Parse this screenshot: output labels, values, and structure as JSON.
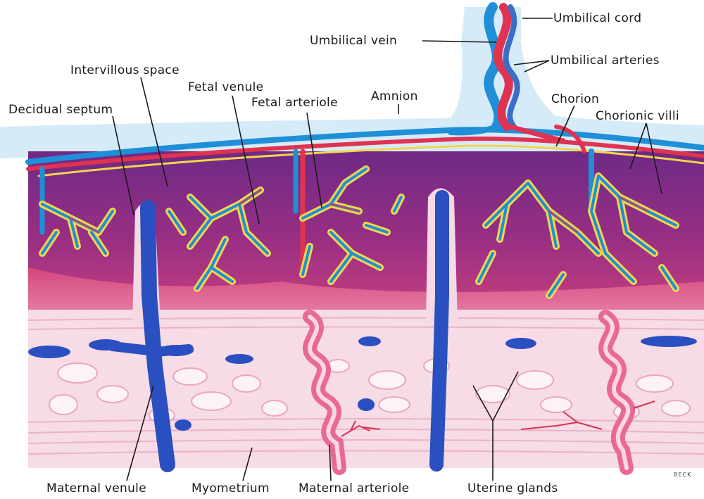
{
  "labels": {
    "umbilical_cord": "Umbilical cord",
    "umbilical_vein": "Umbilical vein",
    "umbilical_arteries": "Umbilical arteries",
    "intervillous_space": "Intervillous space",
    "fetal_venule": "Fetal venule",
    "fetal_arteriole": "Fetal arteriole",
    "amnion": "Amnion",
    "chorion": "Chorion",
    "chorionic_villi": "Chorionic villi",
    "decidual_septum": "Decidual septum",
    "maternal_venule": "Maternal venule",
    "myometrium": "Myometrium",
    "maternal_arteriole": "Maternal arteriole",
    "uterine_glands": "Uterine glands"
  },
  "signature": "BECK",
  "colors": {
    "fetal_vein_blue": "#1f8fd8",
    "maternal_vein_blue": "#2a4fc0",
    "artery_red": "#e0334f",
    "villus_yellow": "#f2d64a",
    "intervillous_purple": "#8a2a7e",
    "decidua_pink": "#d64f86",
    "myometrium_pink": "#f4c9d8",
    "amnion_light_blue": "#cfe6f7"
  }
}
